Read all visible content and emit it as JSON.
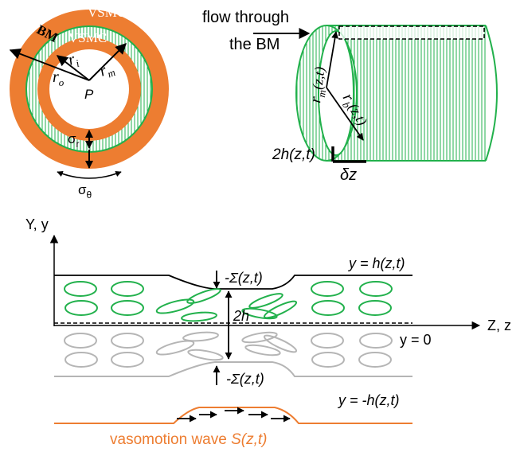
{
  "colors": {
    "orange": "#ed7d31",
    "green": "#22b14c",
    "gray": "#b5b5b5",
    "black": "#000000"
  },
  "cross_section": {
    "label_vsmc_outer": "VSMC",
    "label_vsmc_inner": "VSMC",
    "label_bm": "BM",
    "label_ri_base": "r",
    "label_ri_sub": "i",
    "label_ro_base": "r",
    "label_ro_sub": "o",
    "label_rm_base": "r",
    "label_rm_sub": "m",
    "label_p": "P",
    "label_sigma_r_base": "σ",
    "label_sigma_r_sub": "r",
    "label_sigma_theta_base": "σ",
    "label_sigma_theta_sub": "θ"
  },
  "cylinder": {
    "flow_label_line1": "flow through",
    "flow_label_line2": "the BM",
    "rm_label": "r",
    "rm_sub": "m",
    "rm_arg": "(z,t)",
    "rb_label": "r",
    "rb_sub": "b",
    "rb_arg": "(z,t)",
    "thickness_label": "2h(z,t)",
    "delta_z_label": "δz"
  },
  "channel": {
    "y_axis_label": "Y, y",
    "z_axis_label": "Z, z",
    "top_wall_label": "y = h(z,t)",
    "sigma_top_label": "-Σ(z,t)",
    "half_width_label": "2h",
    "centerline_label": "y = 0",
    "sigma_bottom_label": "-Σ(z,t)",
    "bottom_wall_label": "y = -h(z,t)",
    "wave_label_prefix": "vasomotion wave ",
    "wave_label_symbol": "S(z,t)"
  }
}
